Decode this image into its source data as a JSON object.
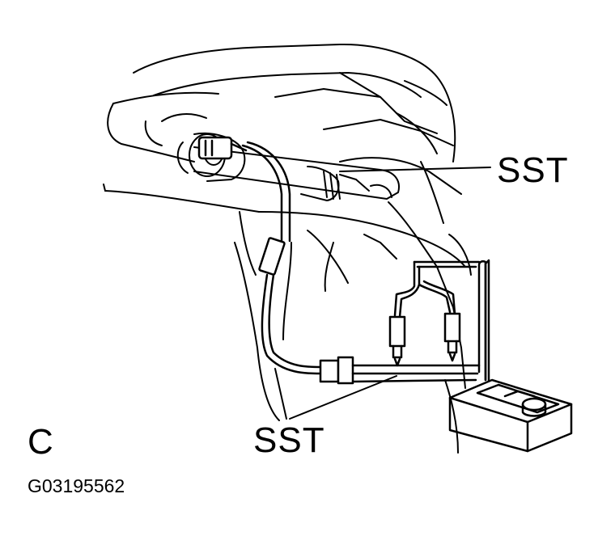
{
  "labels": {
    "sst_upper": "SST",
    "sst_lower": "SST",
    "view_letter": "C",
    "figure_id": "G03195562"
  },
  "colors": {
    "ink": "#000000",
    "paper": "#ffffff"
  },
  "icons": [
    "fuel-pressure-hose-illustration",
    "tester-box-icon",
    "connector-icon"
  ]
}
